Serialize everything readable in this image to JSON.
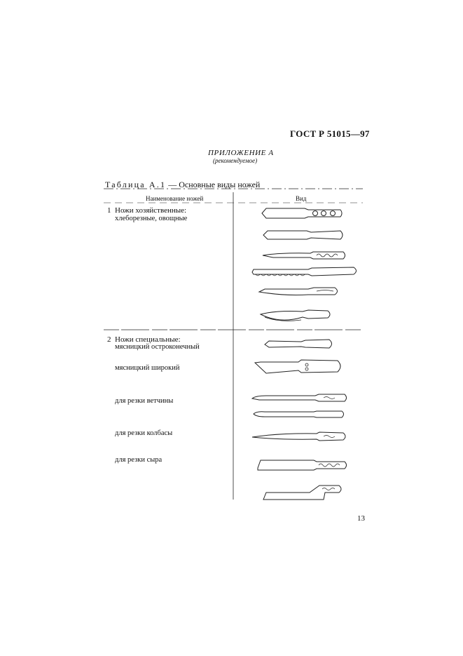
{
  "header": {
    "standard_code": "ГОСТ Р 51015—97"
  },
  "appendix": {
    "title": "ПРИЛОЖЕНИЕ А",
    "note": "(рекомендуемое)"
  },
  "table": {
    "caption_prefix": "Таблица А.1",
    "caption_rest": " — Основные виды ножей",
    "columns": {
      "name": "Наименование ножей",
      "view": "Вид"
    },
    "groups": [
      {
        "number": "1",
        "title": "Ножи хозяйственные:",
        "items": [
          "хлеборезные, овощные"
        ]
      },
      {
        "number": "2",
        "title": "Ножи специальные:",
        "items": [
          "мясницкий остроконечный",
          "мясницкий широкий",
          "для резки ветчины",
          "для резки колбасы",
          "для резки сыра"
        ]
      }
    ]
  },
  "icons": [
    "knife-drawing"
  ],
  "footer": {
    "page_number": "13"
  }
}
